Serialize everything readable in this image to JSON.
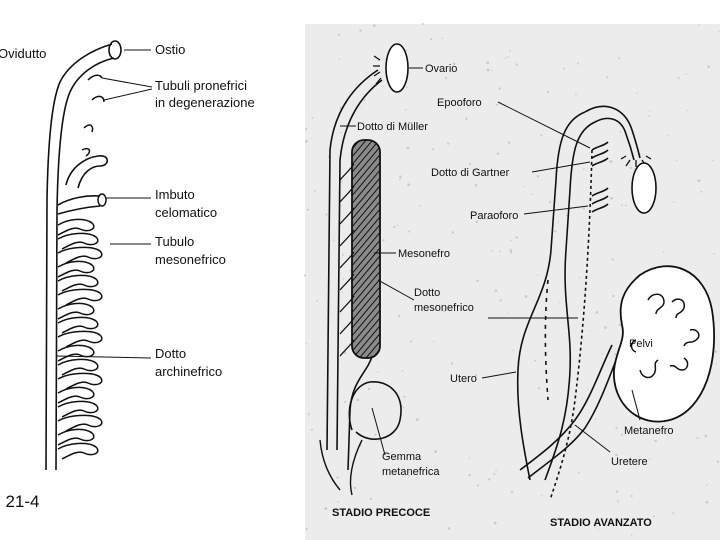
{
  "figure_number": ". 21-4",
  "left_panel": {
    "labels": {
      "oviduct": "Ovidutto",
      "ostium": "Ostio",
      "pronephric_1": "Tubuli pronefrici",
      "pronephric_2": "in degenerazione",
      "funnel_1": "Imbuto",
      "funnel_2": "celomatico",
      "tubule_1": "Tubulo",
      "tubule_2": "mesonefrico",
      "duct_1": "Dotto",
      "duct_2": "archinefrico"
    }
  },
  "right_panel": {
    "background": "#ececec",
    "labels": {
      "ovary": "Ovario",
      "mullerian": "Dotto di Müller",
      "epoophoron": "Epooforo",
      "gartner": "Dotto di Gartner",
      "paroophoron": "Paraoforo",
      "mesonephros": "Mesonefro",
      "meso_duct_1": "Dotto",
      "meso_duct_2": "mesonefrico",
      "pelvis": "Pelvi",
      "uterus": "Utero",
      "metanephros": "Metanefro",
      "bud_1": "Gemma",
      "bud_2": "metanefrica",
      "ureter": "Uretere",
      "early_stage": "STADIO PRECOCE",
      "late_stage": "STADIO AVANZATO"
    }
  }
}
